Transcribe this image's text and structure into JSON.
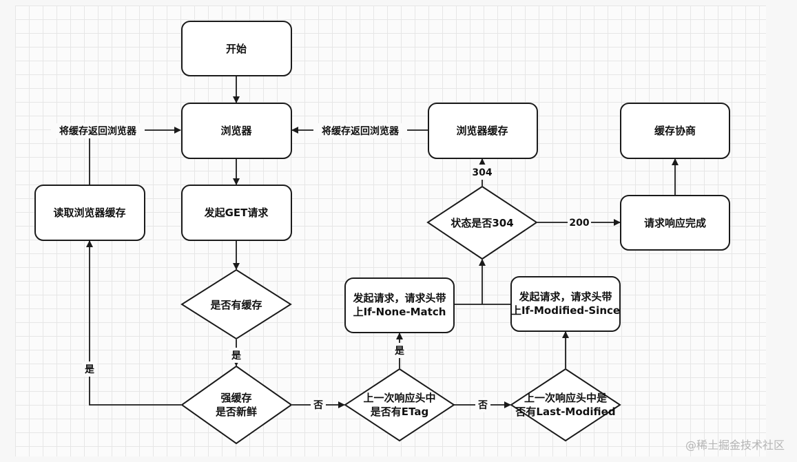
{
  "nodes": {
    "start": "开始",
    "browser": "浏览器",
    "browser_cache": "浏览器缓存",
    "cache_negotiation": "缓存协商",
    "read_cache": "读取浏览器缓存",
    "send_get": "发起GET请求",
    "status_304": "状态是否304",
    "request_complete": "请求响应完成",
    "has_cache": "是否有缓存",
    "req_if_none_match": [
      "发起请求，请求头带",
      "上If-None-Match"
    ],
    "req_if_modified_since": [
      "发起请求，请求头带",
      "上If-Modified-Since"
    ],
    "strong_cache_fresh": [
      "强缓存",
      "是否新鲜"
    ],
    "has_etag": [
      "上一次响应头中",
      "是否有ETag"
    ],
    "has_last_modified": [
      "上一次响应头中是",
      "否有Last-Modified"
    ]
  },
  "edge_labels": {
    "return_cache_left": "将缓存返回浏览器",
    "return_cache_right": "将缓存返回浏览器",
    "code_304": "304",
    "code_200": "200",
    "yes_left": "是",
    "yes_center": "是",
    "yes_etag": "是",
    "no_to_etag": "否",
    "no_to_last_modified": "否"
  },
  "watermark": "@稀土掘金技术社区"
}
